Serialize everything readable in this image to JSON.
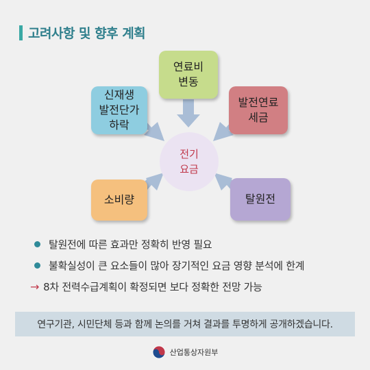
{
  "title": "고려사항 및 향후 계획",
  "diagram": {
    "center": "전기\n요금",
    "fuel_cost": "연료비\n변동",
    "renewable": "신재생\n발전단가\n하락",
    "tax": "발전연료\n세금",
    "consumption": "소비량",
    "nuclear_phaseout": "탈원전"
  },
  "bullets": [
    "탈원전에 따른 효과만 정확히 반영 필요",
    "불확실성이 큰 요소들이 많아 장기적인 요금 영향 분석에 한계"
  ],
  "conclusion": "8차 전력수급계획이 확정되면 보다 정확한 전망 가능",
  "note": "연구기관, 시민단체 등과 함께 논의를 거쳐 결과를 투명하게 공개하겠습니다.",
  "footer": {
    "ministry": "산업통상자원부",
    "logo_icon": "taegeuk-emblem-icon"
  },
  "colors": {
    "accent": "#2f7f8c",
    "center_text": "#c0384a",
    "arrow": "#a9bdd6"
  }
}
